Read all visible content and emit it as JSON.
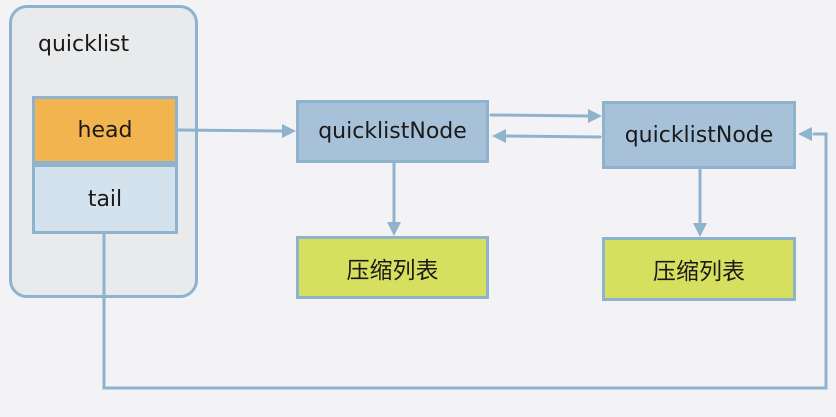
{
  "container": {
    "title": "quicklist",
    "head_label": "head",
    "tail_label": "tail"
  },
  "nodes": [
    {
      "label": "quicklistNode",
      "ziplist_label": "压缩列表"
    },
    {
      "label": "quicklistNode",
      "ziplist_label": "压缩列表"
    }
  ],
  "colors": {
    "background": "#f3f3f6",
    "container_fill": "#e9eaeb",
    "border": "#8fb3cd",
    "head_fill": "#f2b44f",
    "tail_fill": "#d4e2ee",
    "node_fill": "#a7c1d8",
    "ziplist_fill": "#d6e05e",
    "arrow": "#8fb3cd"
  }
}
